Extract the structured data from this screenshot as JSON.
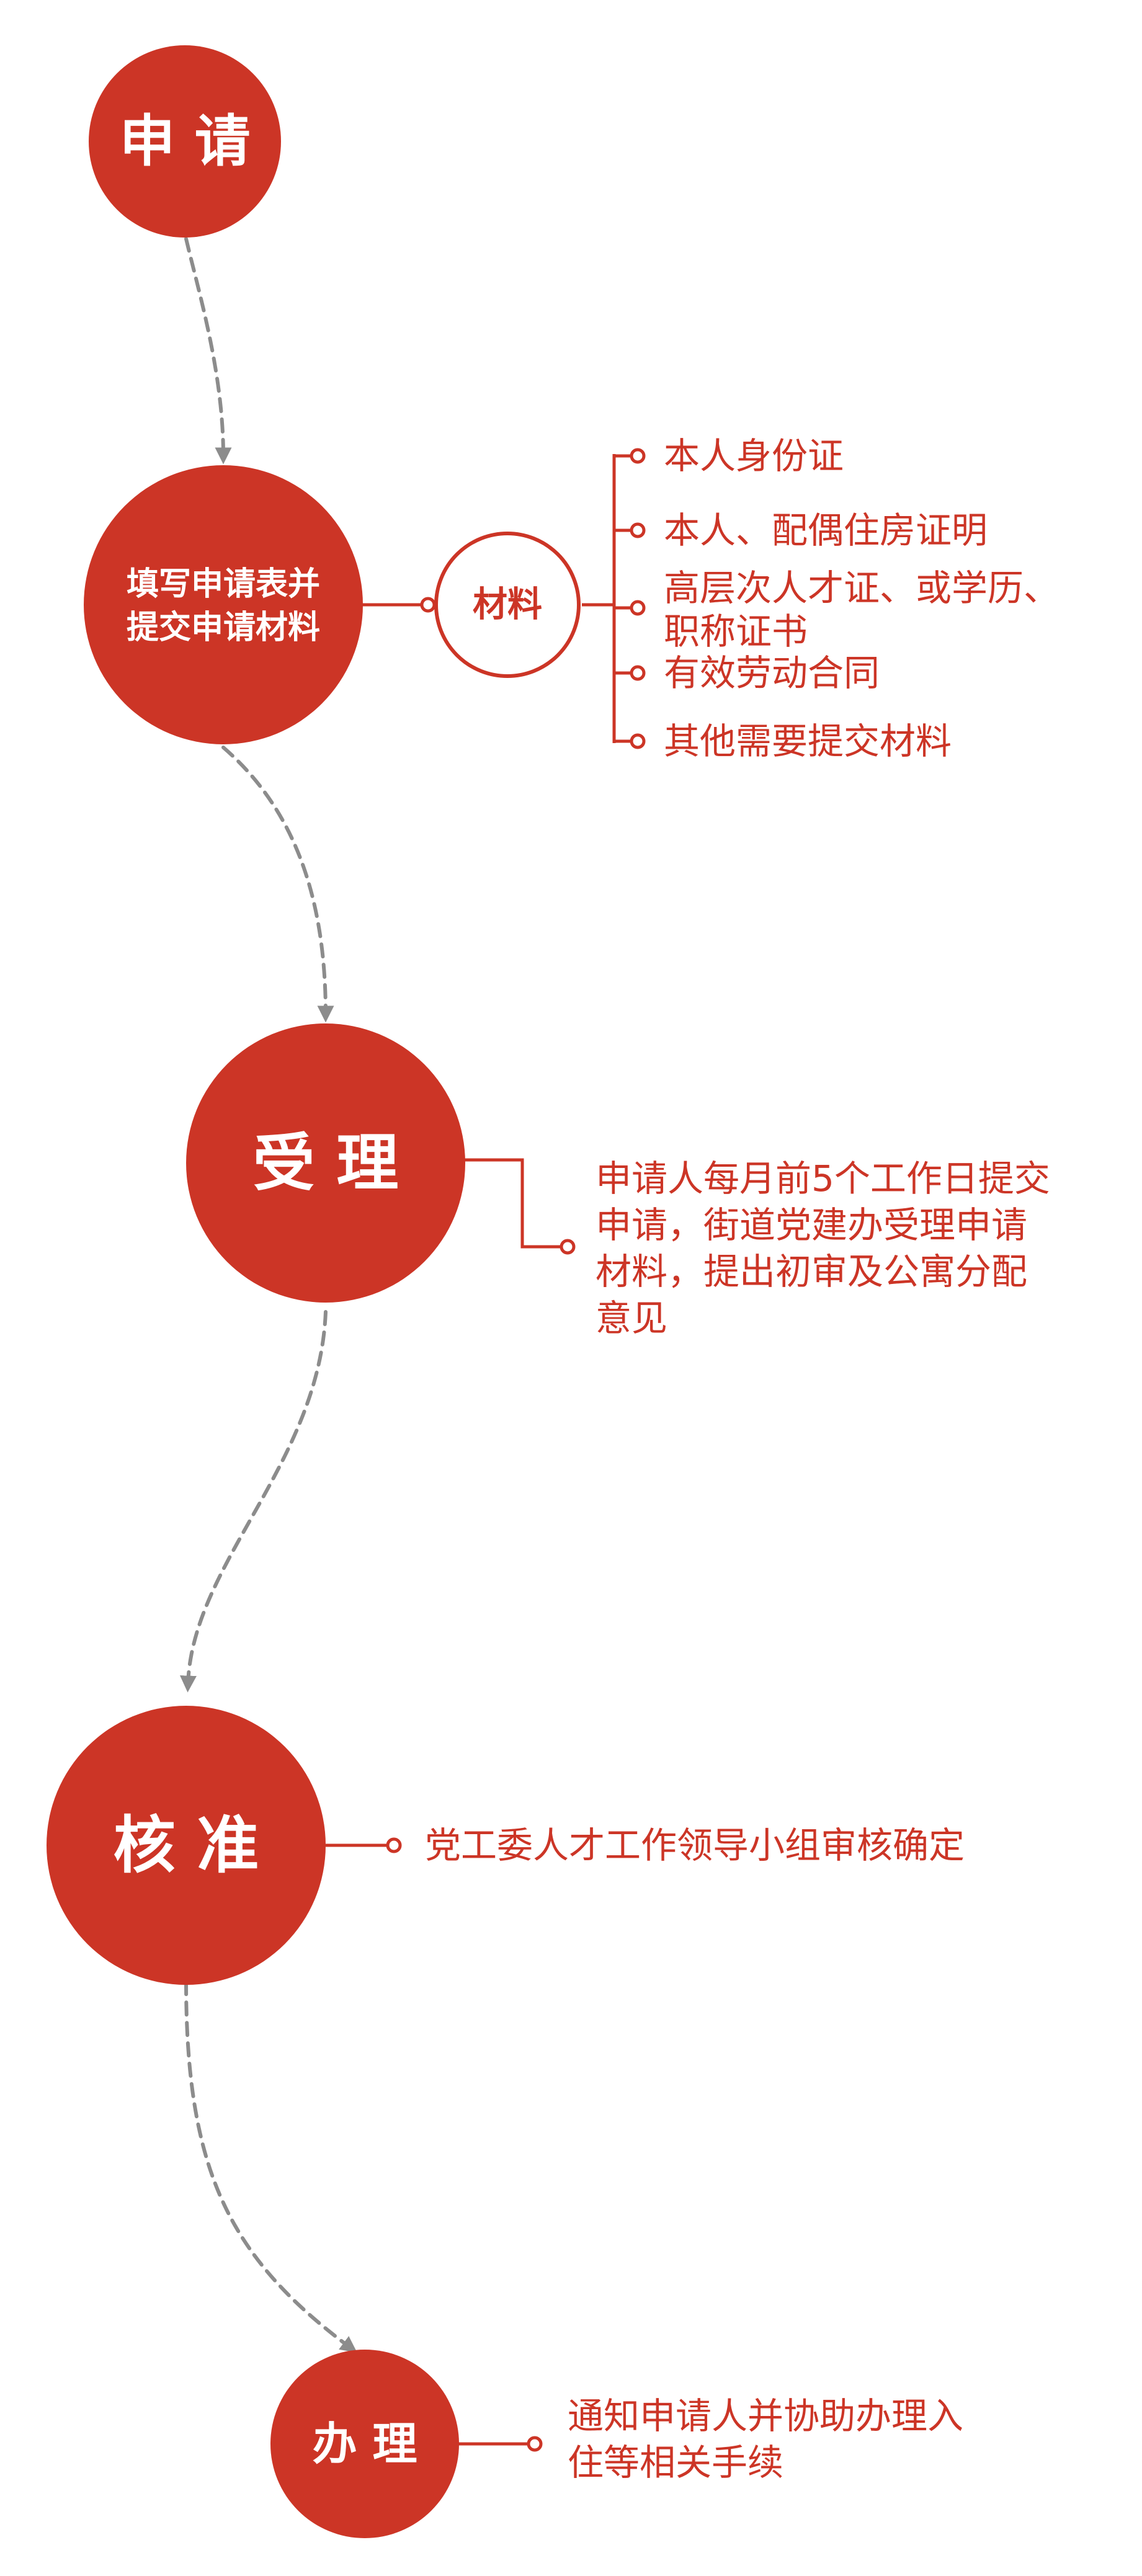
{
  "colors": {
    "accent": "#cc3526",
    "connector": "#8c8c8c",
    "background": "#ffffff"
  },
  "nodes": {
    "apply": "申 请",
    "fill_form": [
      "填写申请表并",
      "提交申请材料"
    ],
    "materials": "材料",
    "accept": "受 理",
    "approve": "核 准",
    "process": "办 理"
  },
  "materials_list": [
    [
      "本人身份证"
    ],
    [
      "本人、配偶住房证明"
    ],
    [
      "高层次人才证、或学历、",
      "职称证书"
    ],
    [
      "有效劳动合同"
    ],
    [
      "其他需要提交材料"
    ]
  ],
  "details": {
    "accept": [
      "申请人每月前5个工作日提交",
      "申请，街道党建办受理申请",
      "材料，提出初审及公寓分配",
      "意见"
    ],
    "approve": [
      "党工委人才工作领导小组审核确定"
    ],
    "process": [
      "通知申请人并协助办理入",
      "住等相关手续"
    ]
  }
}
